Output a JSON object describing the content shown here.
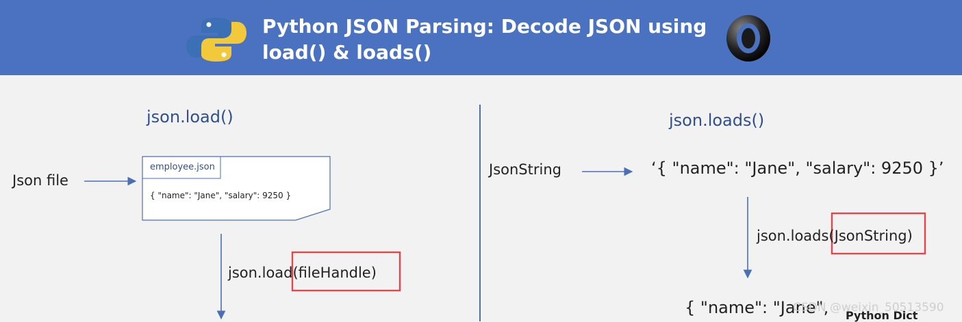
{
  "banner": {
    "title_line1": "Python JSON Parsing: Decode JSON using",
    "title_line2": "load() & loads()",
    "bg_color": "#4b72c0",
    "icons": [
      "python-logo-icon",
      "json-logo-icon"
    ]
  },
  "left_panel": {
    "heading": "json.load()",
    "input_label": "Json file",
    "document": {
      "filename": "employee.json",
      "content": "{ \"name\": \"Jane\",  \"salary\": 9250 }"
    },
    "call_text": "json.load(fileHandle)"
  },
  "right_panel": {
    "heading": "json.loads()",
    "input_label": "JsonString",
    "json_string": "‘{ \"name\": \"Jane\", \"salary\": 9250 }’",
    "call_text": "json.loads(JsonString)",
    "result_text": "{ \"name\": \"Jane\",",
    "result_label": "Python Dict"
  },
  "watermark": "CSDN @weixin_50513590",
  "colors": {
    "accent": "#4a6fb5",
    "highlight_box": "#e0474c"
  }
}
